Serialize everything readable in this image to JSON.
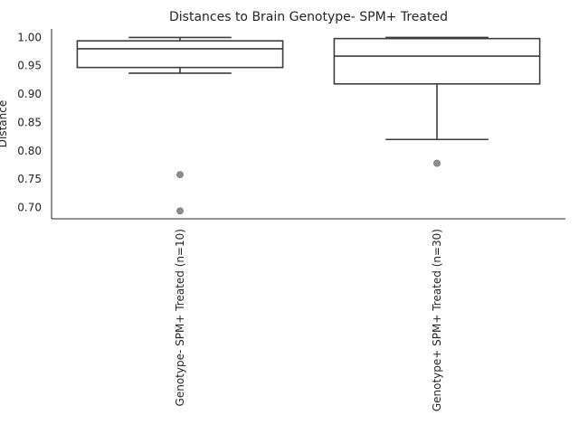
{
  "chart_data": {
    "type": "box",
    "title": "Distances to Brain Genotype- SPM+ Treated",
    "ylabel": "Distance",
    "xlabel": "",
    "ylim": [
      0.68,
      1.015
    ],
    "yticks": [
      "0.70",
      "0.75",
      "0.80",
      "0.85",
      "0.90",
      "0.95",
      "1.00"
    ],
    "grid": false,
    "categories": [
      "Genotype- SPM+ Treated (n=10)",
      "Genotype+ SPM+ Treated (n=30)"
    ],
    "boxes": [
      {
        "whisker_low": 0.937,
        "q1": 0.947,
        "median": 0.98,
        "q3": 0.994,
        "whisker_high": 1.0,
        "outliers": [
          0.758,
          0.694
        ]
      },
      {
        "whisker_low": 0.82,
        "q1": 0.918,
        "median": 0.967,
        "q3": 0.998,
        "whisker_high": 1.0,
        "outliers": [
          0.778
        ]
      }
    ],
    "colors": {
      "line": "#3d3d3d",
      "outlier": "#8c8c8c",
      "text": "#262626"
    }
  }
}
